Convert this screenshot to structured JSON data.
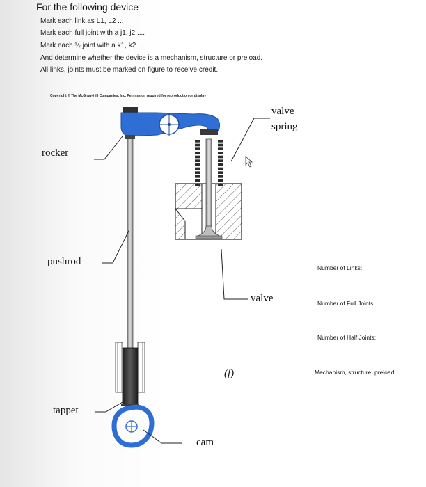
{
  "instructions": {
    "title": "For the following device",
    "lines": [
      "Mark each link as L1, L2 ...",
      "Mark each full joint with a j1, j2 ....",
      "Mark each ½ joint with a k1, k2 ...",
      "And determine whether the device is a mechanism, structure or preload.",
      "All links, joints must be marked on figure to receive credit."
    ]
  },
  "copyright": "Copyright © The McGraw-Hill Companies, Inc. Permission required for reproduction or display",
  "diagram": {
    "labels": {
      "rocker": "rocker",
      "valve_spring_1": "valve",
      "valve_spring_2": "spring",
      "pushrod": "pushrod",
      "valve": "valve",
      "tappet": "tappet",
      "cam": "cam",
      "figure_tag": "(f)"
    },
    "colors": {
      "blue": "#2f6fd6",
      "steel": "#9a9a9a",
      "dark": "#2a2a2a"
    }
  },
  "questions": {
    "links": "Number of Links:",
    "full_joints": "Number of Full Joints:",
    "half_joints": "Number of Half Joints:",
    "classification": "Mechanism, structure, preload:"
  }
}
